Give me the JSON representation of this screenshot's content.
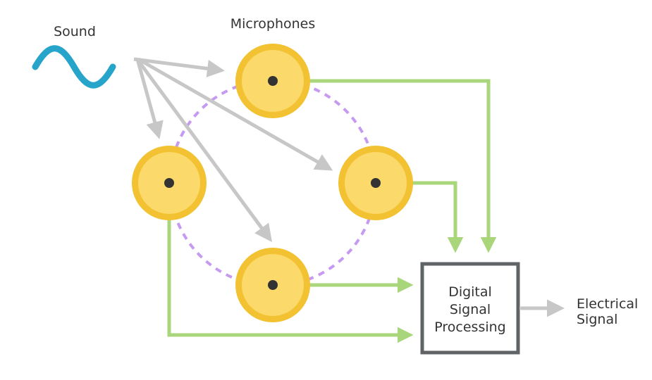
{
  "labels": {
    "sound": "Sound",
    "microphones": "Microphones",
    "dsp_line1": "Digital",
    "dsp_line2": "Signal",
    "dsp_line3": "Processing",
    "output_line1": "Electrical",
    "output_line2": "Signal"
  },
  "colors": {
    "sound_wave": "#27a4c9",
    "mic_outer": "#f2c232",
    "mic_inner": "#fbd96a",
    "mic_center": "#333333",
    "array_ring": "#c59af0",
    "sound_arrows": "#c7c7c7",
    "signal_lines": "#a9d67a",
    "dsp_border": "#5f6366",
    "output_arrow": "#c7c7c7"
  },
  "microphones": [
    {
      "id": "mic-top"
    },
    {
      "id": "mic-left"
    },
    {
      "id": "mic-right"
    },
    {
      "id": "mic-bottom"
    }
  ]
}
